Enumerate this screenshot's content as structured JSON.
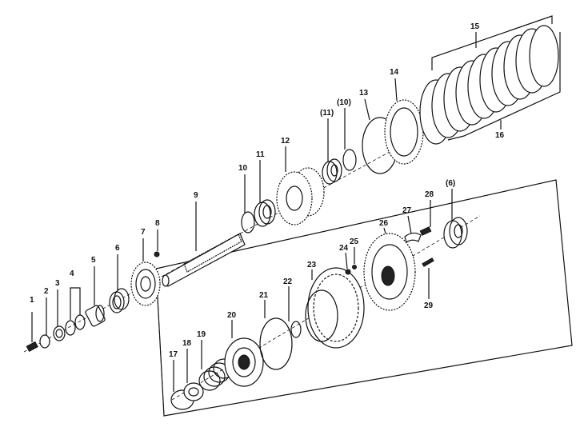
{
  "diagram": {
    "callouts": [
      {
        "id": "c1",
        "text": "1"
      },
      {
        "id": "c2",
        "text": "2"
      },
      {
        "id": "c3",
        "text": "3"
      },
      {
        "id": "c4",
        "text": "4"
      },
      {
        "id": "c5",
        "text": "5"
      },
      {
        "id": "c6",
        "text": "6"
      },
      {
        "id": "c7",
        "text": "7"
      },
      {
        "id": "c8",
        "text": "8"
      },
      {
        "id": "c9",
        "text": "9"
      },
      {
        "id": "c10",
        "text": "10"
      },
      {
        "id": "c11",
        "text": "11"
      },
      {
        "id": "c12",
        "text": "12"
      },
      {
        "id": "c10p",
        "text": "(10)"
      },
      {
        "id": "c11p",
        "text": "(11)"
      },
      {
        "id": "c13",
        "text": "13"
      },
      {
        "id": "c14",
        "text": "14"
      },
      {
        "id": "c15",
        "text": "15"
      },
      {
        "id": "c16",
        "text": "16"
      },
      {
        "id": "c6p",
        "text": "(6)"
      },
      {
        "id": "c28",
        "text": "28"
      },
      {
        "id": "c27",
        "text": "27"
      },
      {
        "id": "c26",
        "text": "26"
      },
      {
        "id": "c25",
        "text": "25"
      },
      {
        "id": "c24",
        "text": "24"
      },
      {
        "id": "c23",
        "text": "23"
      },
      {
        "id": "c22",
        "text": "22"
      },
      {
        "id": "c21",
        "text": "21"
      },
      {
        "id": "c20",
        "text": "20"
      },
      {
        "id": "c19",
        "text": "19"
      },
      {
        "id": "c18",
        "text": "18"
      },
      {
        "id": "c17",
        "text": "17"
      },
      {
        "id": "c29",
        "text": "29"
      }
    ],
    "colors": {
      "ink": "#111111",
      "paper": "#ffffff"
    }
  }
}
